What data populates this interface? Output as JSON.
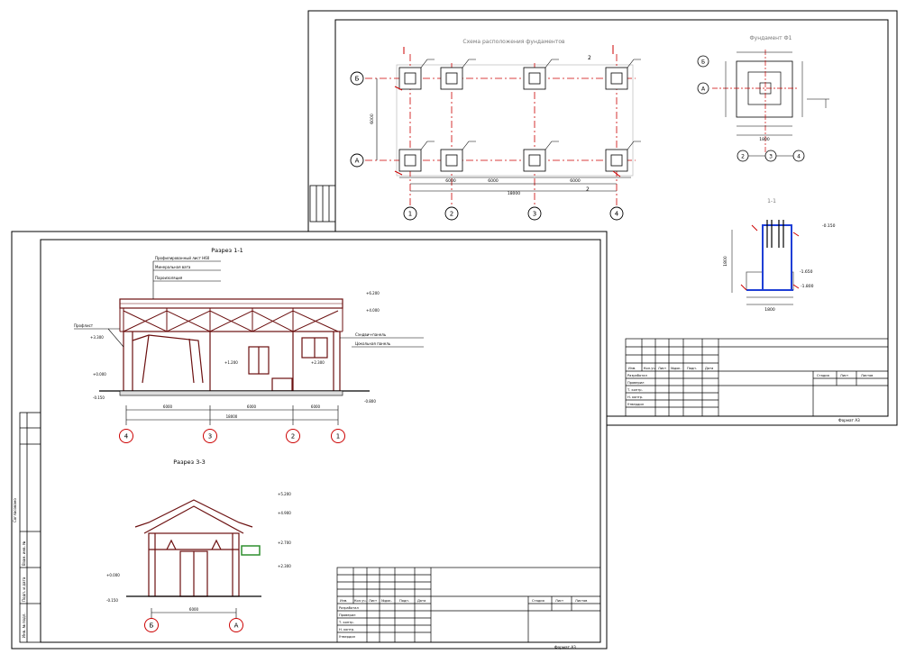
{
  "colors": {
    "line": "#000000",
    "axis": "#cc0000",
    "column": "#1f3fd6",
    "frame_dark": "#6b0f0f",
    "callout_green": "#2f8f2f",
    "grey": "#9a9a9a"
  },
  "sheet_right": {
    "plan_title": "Схема расположения фундаментов",
    "detail_title": "Фундамент Ф1",
    "section_title": "1-1",
    "axis_rows": [
      "Б",
      "А"
    ],
    "axis_cols": [
      "1",
      "2",
      "3",
      "4"
    ],
    "detail_axes": [
      "Б",
      "А",
      "2",
      "3",
      "4"
    ],
    "section_mark": "2",
    "dimensions": {
      "total_length": "18000",
      "bay_a": "6000",
      "bay_b": "6000",
      "bay_c": "6000",
      "width": "6000",
      "foundation_width": "1800",
      "foundation_depth": "1800"
    },
    "levels": [
      "-0.150",
      "-1.650",
      "-1.800"
    ],
    "title_block": {
      "headers": [
        "Изм.",
        "Кол.уч.",
        "Лист",
        "№док.",
        "Подп.",
        "Дата"
      ],
      "rows": [
        "Разработал",
        "Проверил",
        "Т. контр.",
        "Н. контр.",
        "Утвердил"
      ],
      "stage_headers": [
        "Стадия",
        "Лист",
        "Листов"
      ],
      "format": "Формат А3"
    }
  },
  "sheet_left": {
    "section11_title": "Разрез 1-1",
    "section33_title": "Разрез 3-3",
    "layers": [
      "Профилированный лист Н60",
      "Минеральная вата",
      "Пароизоляция"
    ],
    "right_notes": [
      "Сэндвич-панель",
      "Цокольная панель"
    ],
    "left_note": "Профлист",
    "levels_11": [
      "+6.200",
      "+4.000",
      "+3.300",
      "+2.300",
      "+1.200",
      "+0.000",
      "-0.150",
      "-0.800"
    ],
    "levels_33": [
      "+5.200",
      "+4.900",
      "+2.700",
      "+2.300",
      "+0.000",
      "-0.150"
    ],
    "dims_11": [
      "6000",
      "6000",
      "6000",
      "18000"
    ],
    "dims_33": [
      "6000"
    ],
    "axes_11": [
      "4",
      "3",
      "2",
      "1"
    ],
    "axes_33": [
      "Б",
      "А"
    ],
    "title_block": {
      "headers": [
        "Изм.",
        "Кол.уч.",
        "Лист",
        "№док.",
        "Подп.",
        "Дата"
      ],
      "rows": [
        "Разработал",
        "Проверил",
        "Т. контр.",
        "Н. контр.",
        "Утвердил"
      ],
      "stage_headers": [
        "Стадия",
        "Лист",
        "Листов"
      ],
      "format": "Формат А3"
    },
    "side_labels": [
      "Взам. инв. №",
      "Подп. и дата",
      "Инв. № подл.",
      "Согласовано"
    ]
  }
}
